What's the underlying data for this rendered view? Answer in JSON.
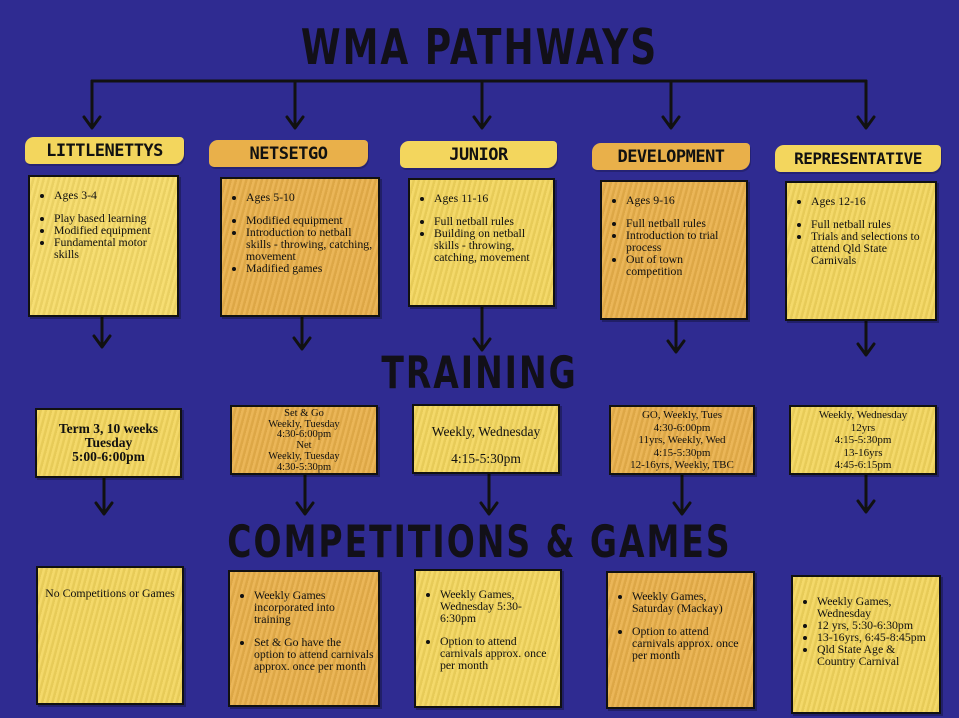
{
  "title": "WMA PATHWAYS",
  "sections": {
    "training": "TRAINING",
    "competitions": "COMPETITIONS & GAMES"
  },
  "pathways": [
    {
      "label": "LITTLENETTYS",
      "info": [
        "Ages 3-4",
        "Play based learning",
        "Modified equipment",
        "Fundamental motor skills"
      ],
      "training": [
        "Term 3, 10 weeks",
        "Tuesday",
        "5:00-6:00pm"
      ],
      "competition": [
        "No Competitions or Games"
      ]
    },
    {
      "label": "NETSETGO",
      "info": [
        "Ages 5-10",
        "Modified equipment",
        "Introduction to netball skills - throwing, catching, movement",
        "Madified games"
      ],
      "training": [
        "Set & Go",
        "Weekly, Tuesday",
        "4:30-6:00pm",
        "Net",
        "Weekly, Tuesday",
        "4:30-5:30pm"
      ],
      "competition": [
        "Weekly Games incorporated into training",
        "Set & Go have the option to attend carnivals approx. once per month"
      ]
    },
    {
      "label": "JUNIOR",
      "info": [
        "Ages 11-16",
        "Full netball rules",
        "Building on netball skills - throwing, catching, movement"
      ],
      "training": [
        "Weekly, Wednesday",
        "4:15-5:30pm"
      ],
      "competition": [
        "Weekly Games, Wednesday 5:30-6:30pm",
        "Option to attend carnivals approx. once per month"
      ]
    },
    {
      "label": "DEVELOPMENT",
      "info": [
        "Ages 9-16",
        "Full netball rules",
        "Introduction to trial process",
        "Out of town competition"
      ],
      "training": [
        "GO, Weekly, Tues",
        "4:30-6:00pm",
        "11yrs, Weekly, Wed",
        "4:15-5:30pm",
        "12-16yrs, Weekly, TBC"
      ],
      "competition": [
        "Weekly Games, Saturday (Mackay)",
        "Option to attend carnivals approx. once per month"
      ]
    },
    {
      "label": "REPRESENTATIVE",
      "info": [
        "Ages 12-16",
        "Full netball rules",
        "Trials and selections to attend Qld State Carnivals"
      ],
      "training": [
        "Weekly, Wednesday",
        "12yrs",
        "4:15-5:30pm",
        "13-16yrs",
        "4:45-6:15pm"
      ],
      "competition": [
        "Weekly Games, Wednesday",
        "12 yrs, 5:30-6:30pm",
        "13-16yrs, 6:45-8:45pm",
        "Qld State Age & Country Carnival"
      ]
    }
  ],
  "colors": {
    "background": "#2f2b91",
    "yellow": "#f3d65d",
    "orange": "#e9b04a",
    "line": "#111111"
  }
}
